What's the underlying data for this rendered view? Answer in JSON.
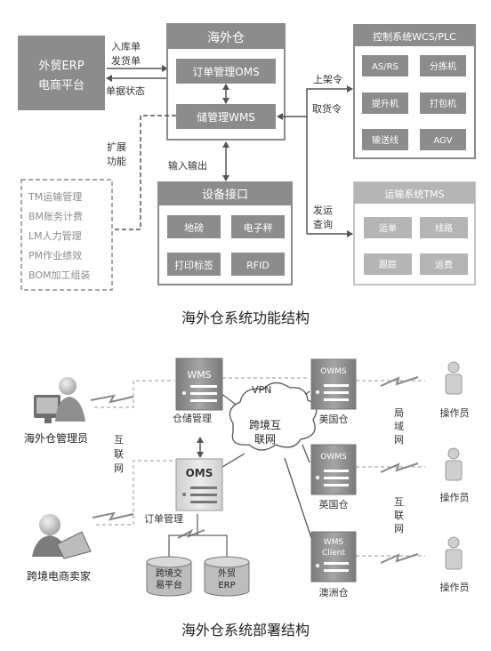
{
  "top": {
    "erp": {
      "line1": "外贸ERP",
      "line2": "电商平台"
    },
    "erp_labels": {
      "inbound": "入库单",
      "outbound": "发货单",
      "status": "单据状态",
      "extend1": "扩展",
      "extend2": "功能"
    },
    "warehouse": {
      "title": "海外仓",
      "oms": "订单管理OMS",
      "wms": "储管理WMS"
    },
    "io_label": "输入输出",
    "equipment": {
      "title": "设备接口",
      "items": [
        "地磅",
        "电子秤",
        "打印标签",
        "RFID"
      ]
    },
    "control": {
      "title": "控制系统WCS/PLC",
      "items": [
        "AS/RS",
        "分拣机",
        "提升机",
        "打包机",
        "输送线",
        "AGV"
      ]
    },
    "control_labels": {
      "put": "上架令",
      "pick": "取货令"
    },
    "transport": {
      "title": "运输系统TMS",
      "items": [
        "运单",
        "线路",
        "跟踪",
        "运费"
      ]
    },
    "transport_labels": {
      "l1": "发运",
      "l2": "查询"
    },
    "extensions": [
      "TM运输管理",
      "BM账务计费",
      "LM人力管理",
      "PM作业绩效",
      "BOM加工组装"
    ],
    "caption": "海外仓系统功能结构"
  },
  "bottom": {
    "wms": {
      "label": "WMS",
      "caption": "仓储管理"
    },
    "oms": {
      "label": "OMS",
      "caption": "订单管理"
    },
    "vpn": "VPN",
    "cloud": {
      "l1": "跨境互",
      "l2": "联网"
    },
    "servers": [
      {
        "label": "OWMS",
        "caption": "美国仓"
      },
      {
        "label": "OWMS",
        "caption": "英国仓"
      },
      {
        "label1": "WMS",
        "label2": "Client",
        "caption": "澳洲仓"
      }
    ],
    "manager": "海外仓管理员",
    "seller": "跨境电商卖家",
    "internet_left": [
      "互",
      "联",
      "网"
    ],
    "lan": [
      "局",
      "域",
      "网"
    ],
    "internet_right": [
      "互",
      "联",
      "网"
    ],
    "operators": [
      "操作员",
      "操作员",
      "操作员"
    ],
    "db1": {
      "l1": "跨境交",
      "l2": "易平台"
    },
    "db2": {
      "l1": "外贸",
      "l2": "ERP"
    },
    "caption": "海外仓系统部署结构"
  }
}
